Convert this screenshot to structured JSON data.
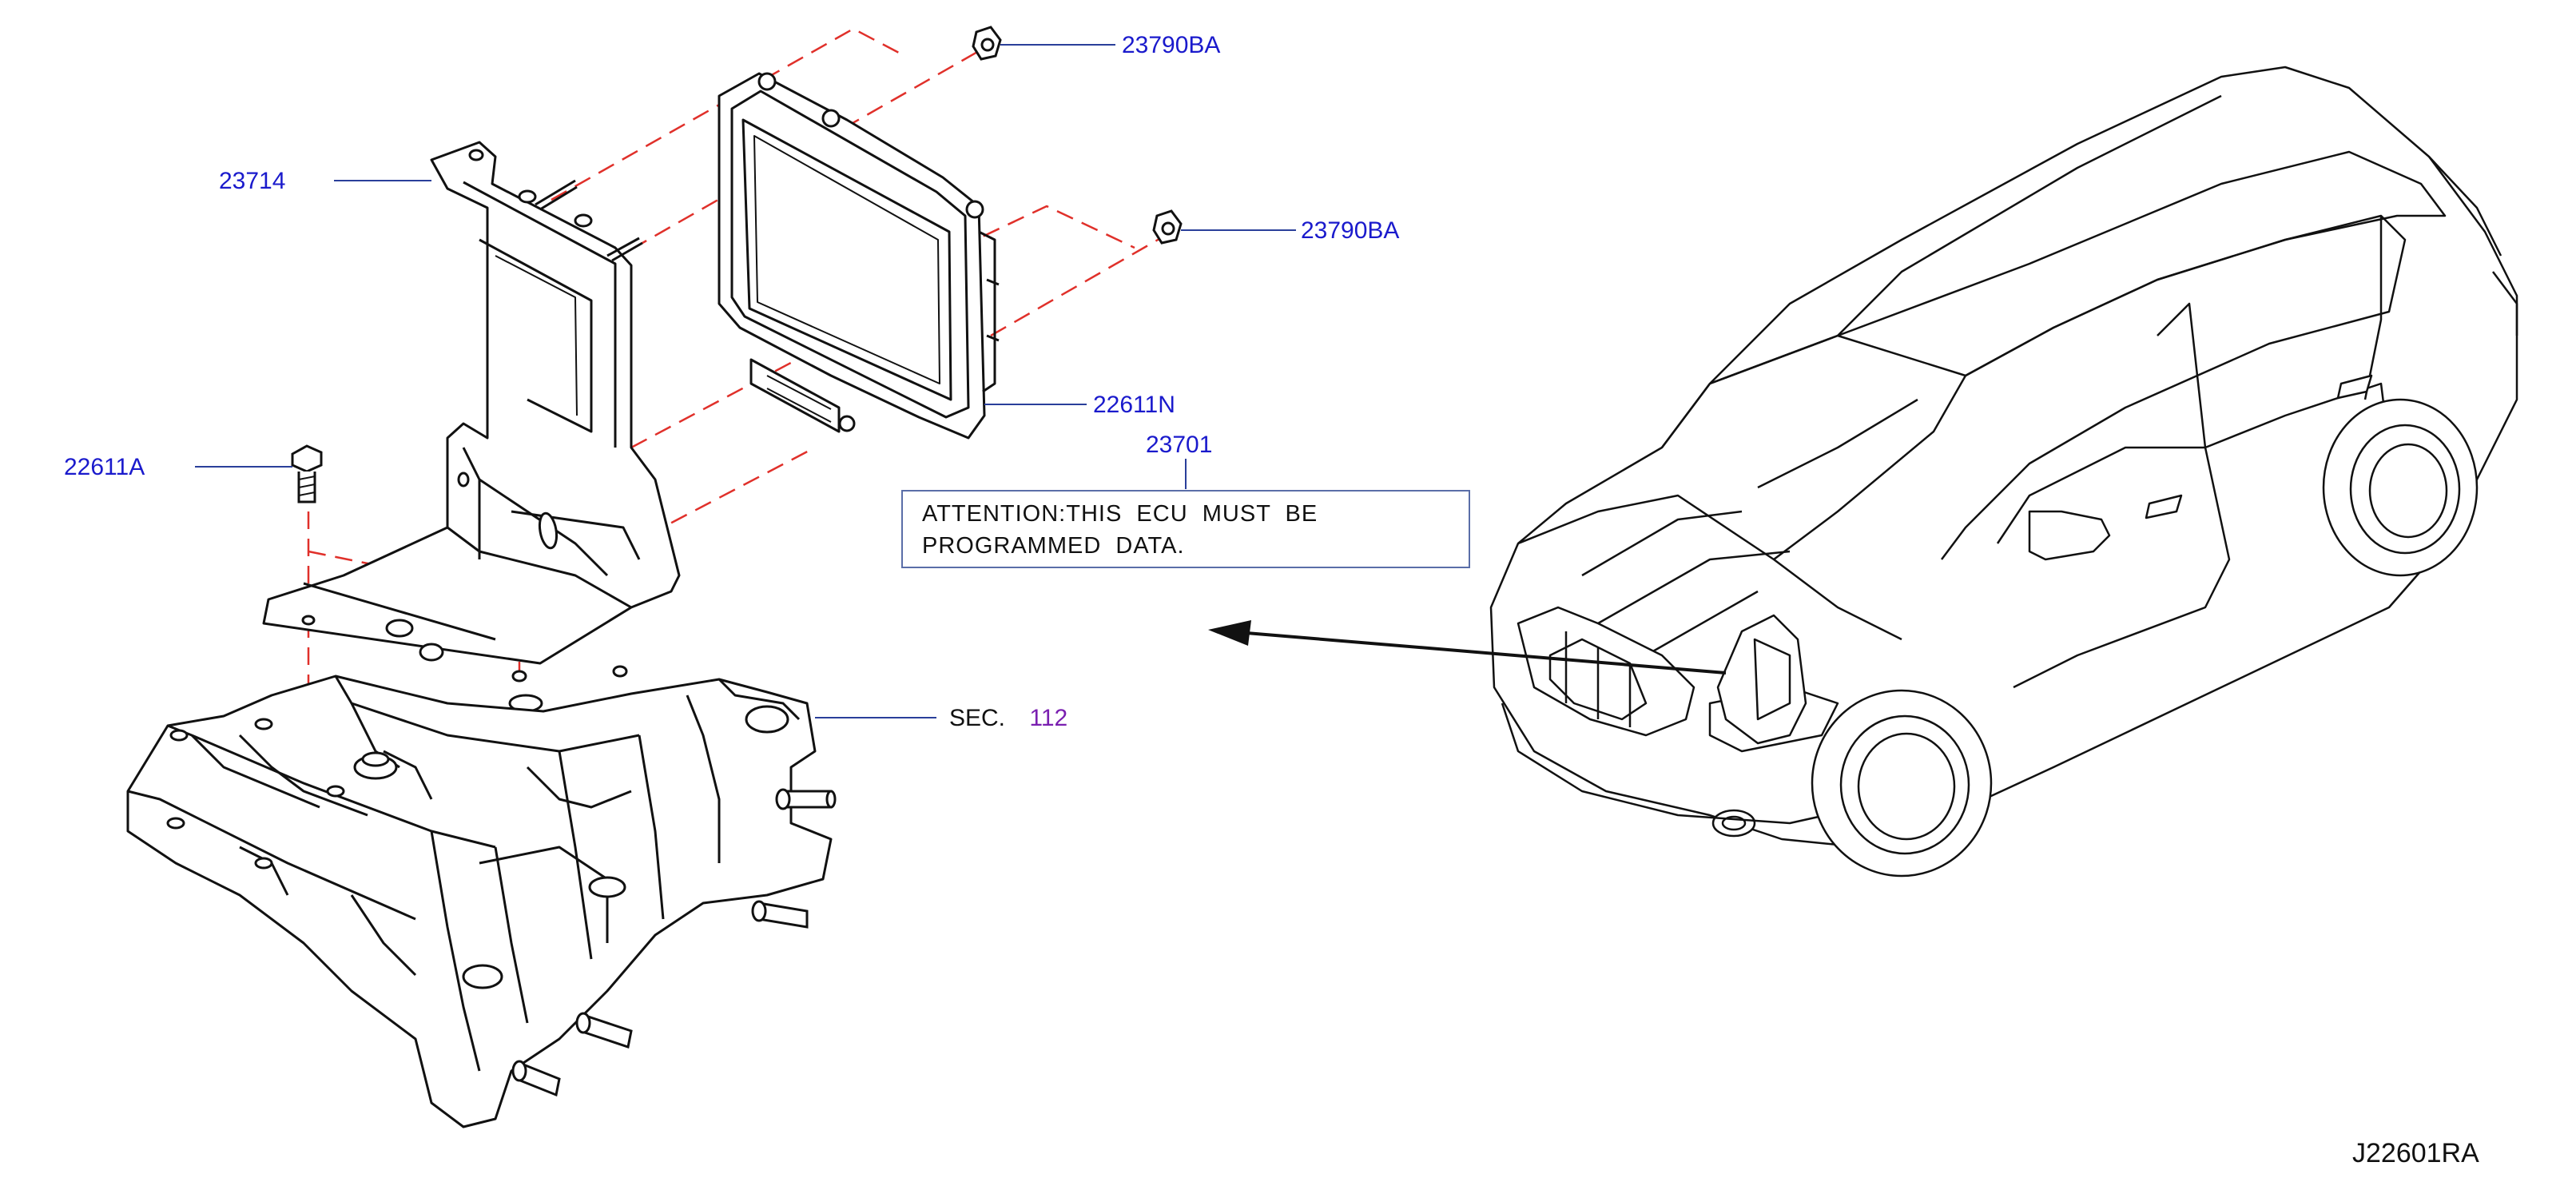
{
  "colors": {
    "callout": "#1a1acc",
    "section_ref": "#7a1fb0",
    "line": "#111111",
    "dash": "#e0302a",
    "leader": "#2a3f9a"
  },
  "parts": [
    {
      "id": "23790ba_top",
      "label": "23790BA"
    },
    {
      "id": "23790ba_mid",
      "label": "23790BA"
    },
    {
      "id": "23714",
      "label": "23714"
    },
    {
      "id": "22611n",
      "label": "22611N"
    },
    {
      "id": "23701",
      "label": "23701"
    },
    {
      "id": "22611a",
      "label": "22611A"
    }
  ],
  "section_ref": {
    "prefix": "SEC.",
    "number": "112"
  },
  "note": {
    "line1": "ATTENTION:THIS  ECU  MUST  BE",
    "line2": "PROGRAMMED  DATA."
  },
  "figure_id": "J22601RA"
}
